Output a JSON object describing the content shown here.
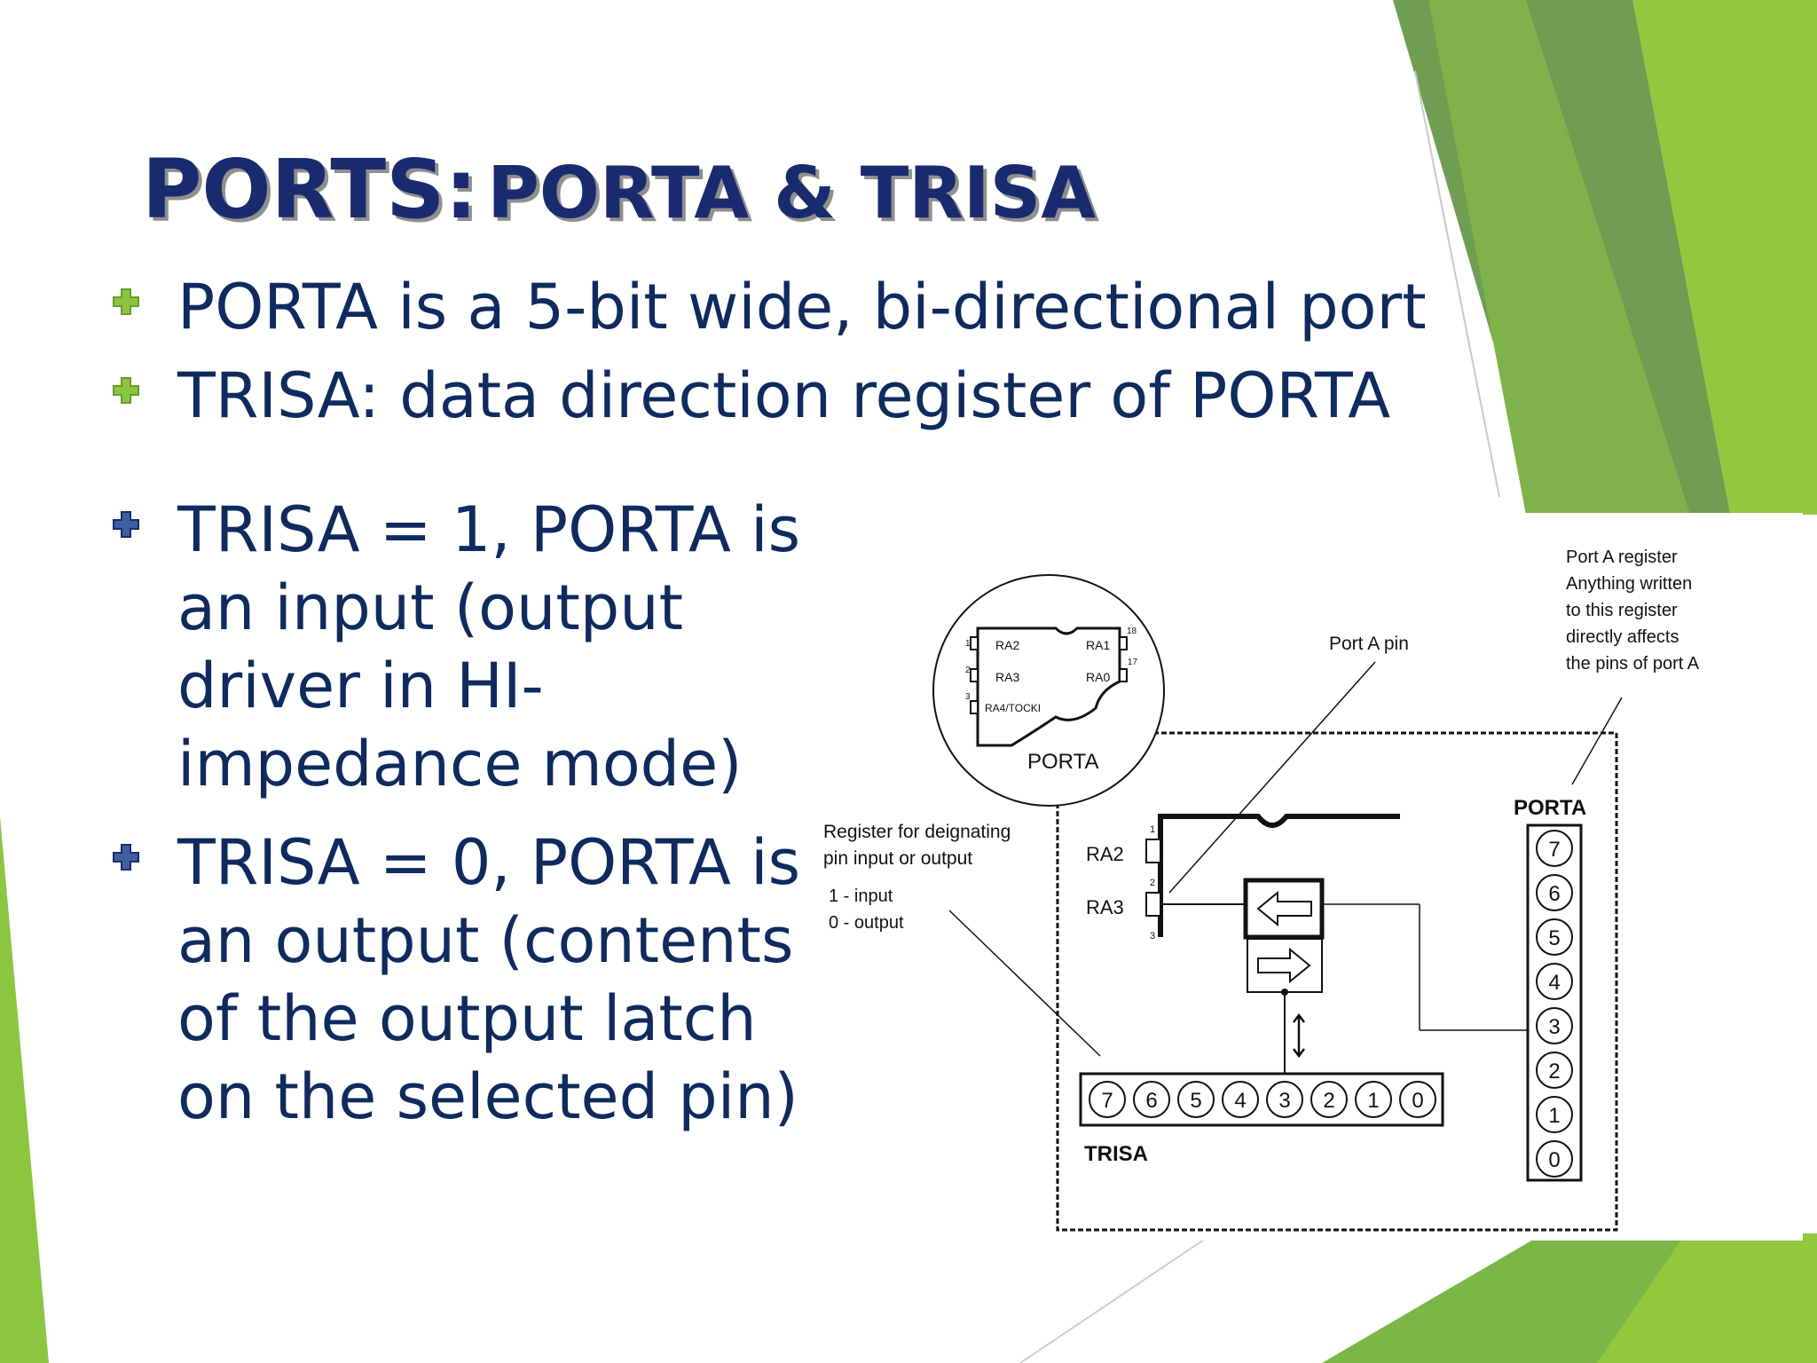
{
  "slide": {
    "title_main": "PORTS:",
    "title_sub": "PORTA & TRISA",
    "bullets_top": [
      "PORTA is a 5-bit wide, bi-directional port",
      "TRISA: data direction register of PORTA"
    ],
    "bullets_bottom": [
      "TRISA = 1, PORTA is\nan input (output\ndriver in HI-\nimpedance mode)",
      "TRISA = 0, PORTA is\nan output (contents\nof the output latch\non the selected pin)"
    ]
  },
  "diagram": {
    "chip_inset": {
      "pins": [
        "RA2",
        "RA3",
        "RA4/TOCKI",
        "RA1",
        "RA0"
      ],
      "pin_numbers": [
        "1",
        "2",
        "3",
        "18",
        "17"
      ],
      "label": "PORTA"
    },
    "port_a_pin_label": "Port A pin",
    "port_a_register_note": [
      "Port A register",
      "Anything written",
      "to this register",
      "directly affects",
      "the pins of port A"
    ],
    "trisa_note": [
      "Register for deignating",
      "pin input or output"
    ],
    "trisa_values": [
      "1 - input",
      "0 - output"
    ],
    "chip_pins": [
      "RA2",
      "RA3"
    ],
    "chip_pin_numbers": [
      "1",
      "2",
      "3"
    ],
    "porta_label": "PORTA",
    "porta_bits": [
      "7",
      "6",
      "5",
      "4",
      "3",
      "2",
      "1",
      "0"
    ],
    "trisa_label": "TRISA",
    "trisa_bits": [
      "7",
      "6",
      "5",
      "4",
      "3",
      "2",
      "1",
      "0"
    ]
  },
  "colors": {
    "title": "#1a2a6e",
    "text": "#0f2a5e",
    "green_light": "#8cc63f",
    "green_mid": "#78b043",
    "green_dark": "#6a9a50"
  },
  "icons": {
    "bullet_top": "green-plus-icon",
    "bullet_bottom": "blue-plus-icon"
  }
}
